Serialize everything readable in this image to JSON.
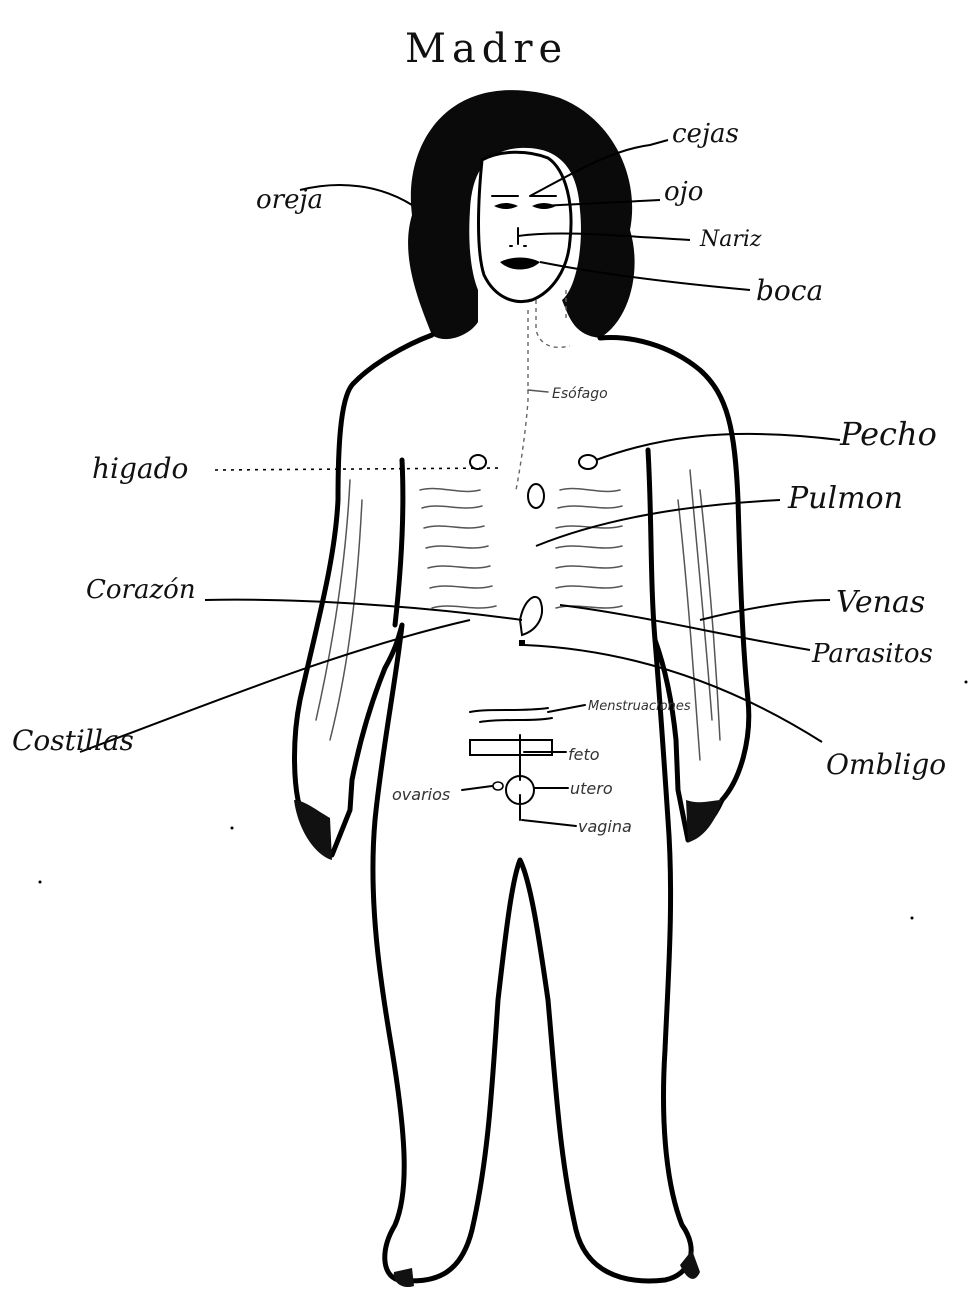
{
  "title": "Madre",
  "labels": {
    "oreja": "oreja",
    "cejas": "cejas",
    "ojo": "ojo",
    "nariz": "Nariz",
    "boca": "boca",
    "esofago": "Esófago",
    "pecho": "Pecho",
    "higado": "higado",
    "pulmon": "Pulmon",
    "corazon": "Corazón",
    "venas": "Venas",
    "parasitos": "Parasitos",
    "costillas": "Costillas",
    "ombligo": "Ombligo",
    "menstruaciones": "Menstruaciones",
    "feto": "feto",
    "utero": "utero",
    "ovarios": "ovarios",
    "vagina": "vagina"
  }
}
